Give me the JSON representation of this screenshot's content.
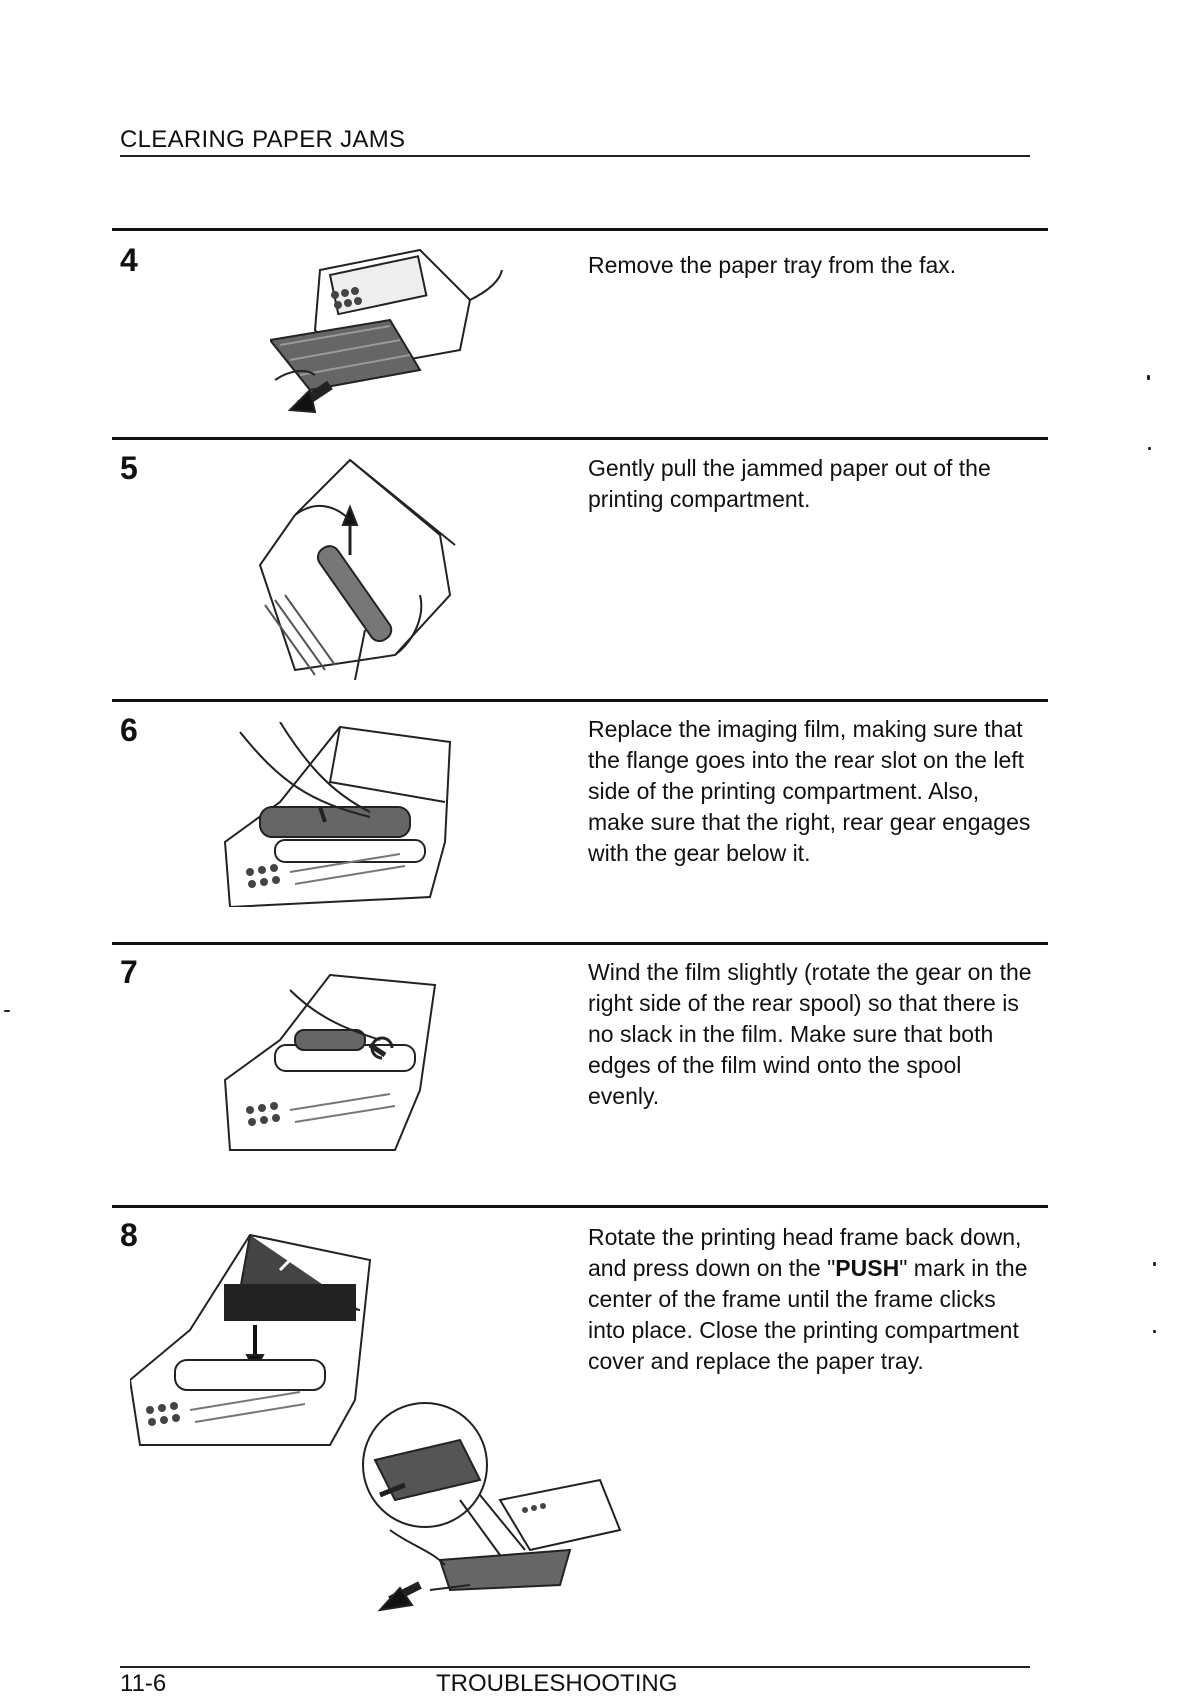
{
  "header": {
    "title": "CLEARING PAPER JAMS"
  },
  "steps": [
    {
      "number": "4",
      "text": "Remove the paper tray from the fax."
    },
    {
      "number": "5",
      "text": "Gently pull the jammed paper out of the printing compartment."
    },
    {
      "number": "6",
      "text": "Replace the imaging film, making sure that the flange goes into the rear slot on the left side of the printing compartment. Also, make sure that the right, rear gear engages with the gear below it."
    },
    {
      "number": "7",
      "text": "Wind the film slightly (rotate the gear on the right side of the rear spool) so that there is no slack in the film. Make sure that both edges of the film wind onto the spool evenly."
    },
    {
      "number": "8",
      "text_before": "Rotate the printing head frame back down, and press down on the \"",
      "text_bold": "PUSH",
      "text_after": "\" mark in the center of the frame until the frame clicks into place. Close the printing compartment cover and replace the paper tray."
    }
  ],
  "footer": {
    "page_number": "11-6",
    "section": "TROUBLESHOOTING"
  }
}
